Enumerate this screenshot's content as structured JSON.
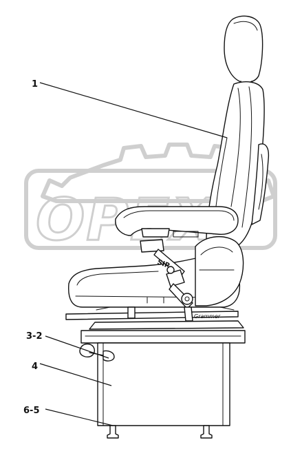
{
  "watermark": {
    "text": "OPEX"
  },
  "seat_marks": {
    "sip_text": "SIP",
    "brand_text": "Grammer"
  },
  "callouts": [
    {
      "id": "1",
      "label": "1"
    },
    {
      "id": "3-2",
      "label": "3-2"
    },
    {
      "id": "4",
      "label": "4"
    },
    {
      "id": "6-5",
      "label": "6-5"
    }
  ],
  "colors": {
    "line": "#111111",
    "watermark": "#cfcfcf",
    "background": "#ffffff"
  }
}
